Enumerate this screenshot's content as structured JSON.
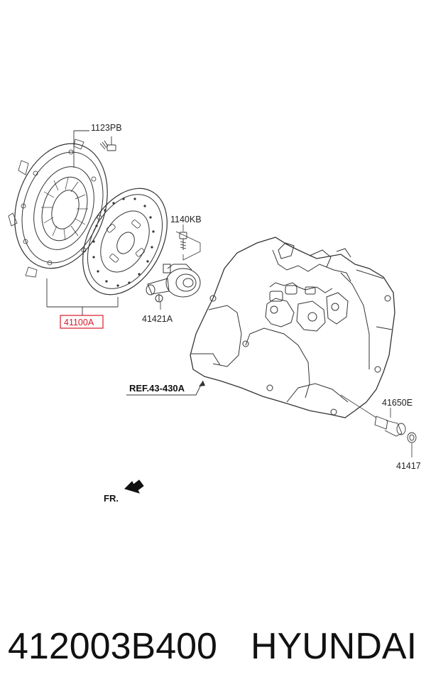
{
  "diagram": {
    "callouts": {
      "bolt_1123pb": "1123PB",
      "bolt_1140kb": "1140KB",
      "clutch_set_41100a": "41100A",
      "release_bearing_41421a": "41421A",
      "ref_43_430a": "REF.43-430A",
      "sensor_41650e": "41650E",
      "seal_41417": "41417",
      "front_marker": "FR."
    },
    "highlight_color": "#d81b2a",
    "line_color": "#333333"
  },
  "footer": {
    "part_number": "412003B400",
    "brand": "HYUNDAI"
  }
}
